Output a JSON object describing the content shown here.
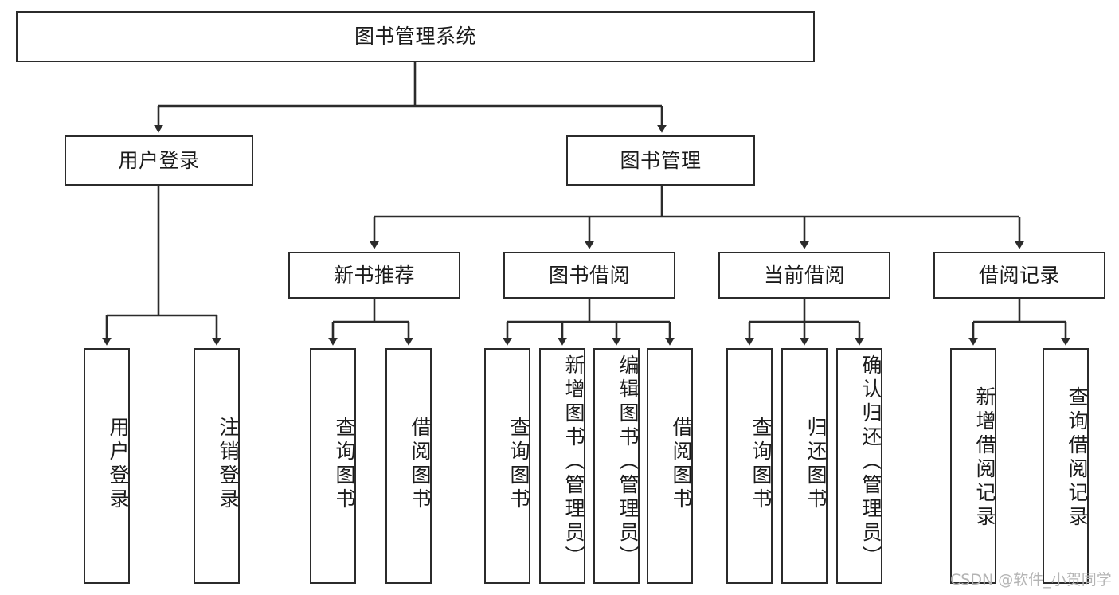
{
  "diagram": {
    "title": "图书管理系统",
    "type": "tree",
    "watermark": "CSDN @软件_小贺同学",
    "colors": {
      "border": "#2b2b2b",
      "background": "#ffffff",
      "text": "#1b1b1b",
      "edge": "#2b2b2b",
      "watermark": "#b4b4b4"
    },
    "levels": {
      "root": [
        "图书管理系统"
      ],
      "level2": [
        "用户登录",
        "图书管理"
      ],
      "level3": [
        "新书推荐",
        "图书借阅",
        "当前借阅",
        "借阅记录"
      ],
      "level4": [
        "用户登录",
        "注销登录",
        "查询图书",
        "借阅图书",
        "查询图书",
        "新增图书（管理员）",
        "编辑图书（管理员）",
        "借阅图书",
        "查询图书",
        "归还图书",
        "确认归还（管理员）",
        "新增借阅记录",
        "查询借阅记录"
      ]
    },
    "nodes": {
      "root": {
        "label": "图书管理系统"
      },
      "user_login": {
        "label": "用户登录"
      },
      "book_manage": {
        "label": "图书管理"
      },
      "new_book_rec": {
        "label": "新书推荐"
      },
      "book_borrow": {
        "label": "图书借阅"
      },
      "current_borrow": {
        "label": "当前借阅"
      },
      "borrow_record": {
        "label": "借阅记录"
      },
      "leaf_user_login": {
        "label": "用户登录"
      },
      "leaf_logout": {
        "label": "注销登录"
      },
      "leaf_query_book_1": {
        "label": "查询图书"
      },
      "leaf_borrow_book_1": {
        "label": "借阅图书"
      },
      "leaf_query_book_2": {
        "label": "查询图书"
      },
      "leaf_add_book": {
        "label": "新增图书（管理员）"
      },
      "leaf_edit_book": {
        "label": "编辑图书（管理员）"
      },
      "leaf_borrow_book_2": {
        "label": "借阅图书"
      },
      "leaf_query_book_3": {
        "label": "查询图书"
      },
      "leaf_return_book": {
        "label": "归还图书"
      },
      "leaf_confirm_return": {
        "label": "确认归还（管理员）"
      },
      "leaf_add_record": {
        "label": "新增借阅记录"
      },
      "leaf_query_record": {
        "label": "查询借阅记录"
      }
    },
    "edges": [
      {
        "from": "root",
        "to": "user_login"
      },
      {
        "from": "root",
        "to": "book_manage"
      },
      {
        "from": "user_login",
        "to": "leaf_user_login"
      },
      {
        "from": "user_login",
        "to": "leaf_logout"
      },
      {
        "from": "book_manage",
        "to": "new_book_rec"
      },
      {
        "from": "book_manage",
        "to": "book_borrow"
      },
      {
        "from": "book_manage",
        "to": "current_borrow"
      },
      {
        "from": "book_manage",
        "to": "borrow_record"
      },
      {
        "from": "new_book_rec",
        "to": "leaf_query_book_1"
      },
      {
        "from": "new_book_rec",
        "to": "leaf_borrow_book_1"
      },
      {
        "from": "book_borrow",
        "to": "leaf_query_book_2"
      },
      {
        "from": "book_borrow",
        "to": "leaf_add_book"
      },
      {
        "from": "book_borrow",
        "to": "leaf_edit_book"
      },
      {
        "from": "book_borrow",
        "to": "leaf_borrow_book_2"
      },
      {
        "from": "current_borrow",
        "to": "leaf_query_book_3"
      },
      {
        "from": "current_borrow",
        "to": "leaf_return_book"
      },
      {
        "from": "current_borrow",
        "to": "leaf_confirm_return"
      },
      {
        "from": "borrow_record",
        "to": "leaf_add_record"
      },
      {
        "from": "borrow_record",
        "to": "leaf_query_record"
      }
    ]
  }
}
